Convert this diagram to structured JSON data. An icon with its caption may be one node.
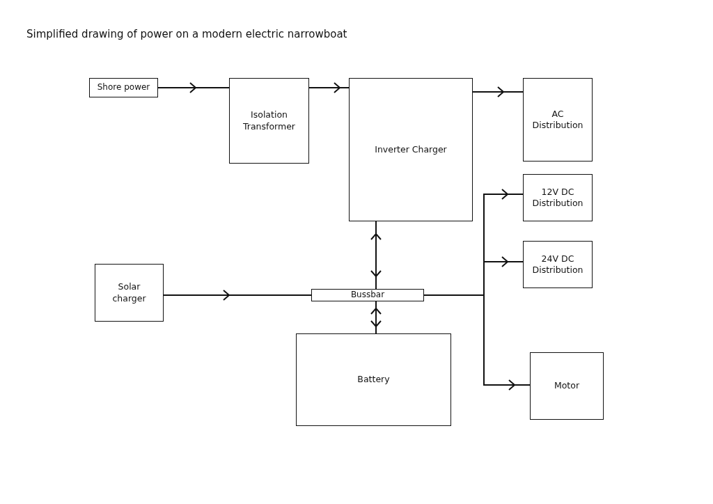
{
  "diagram": {
    "title": "Simplified drawing of power on a modern electric narrowboat",
    "nodes": [
      {
        "text": [
          "Shore power"
        ]
      },
      {
        "text": [
          "Isolation Transformer"
        ]
      },
      {
        "text": [
          "Inverter Charger"
        ]
      },
      {
        "text": [
          "AC Distribution"
        ]
      },
      {
        "text": [
          "12V DC Distribution"
        ]
      },
      {
        "text": [
          "24V DC Distribution"
        ]
      },
      {
        "text": [
          "Solar charger"
        ]
      },
      {
        "text": [
          "Bussbar"
        ]
      },
      {
        "text": [
          "Battery"
        ]
      },
      {
        "text": [
          "Motor"
        ]
      }
    ],
    "edges": [
      {
        "from": 0,
        "to": 1,
        "arrow": "to"
      },
      {
        "from": 1,
        "to": 2,
        "arrow": "to"
      },
      {
        "from": 2,
        "to": 3,
        "arrow": "to"
      },
      {
        "from": 2,
        "to": 7,
        "arrow": "both"
      },
      {
        "from": 6,
        "to": 7,
        "arrow": "to"
      },
      {
        "from": 7,
        "to": 8,
        "arrow": "both"
      },
      {
        "from": 7,
        "to": 4,
        "arrow": "to"
      },
      {
        "from": 7,
        "to": 5,
        "arrow": "to"
      },
      {
        "from": 7,
        "to": 9,
        "arrow": "to"
      }
    ]
  }
}
